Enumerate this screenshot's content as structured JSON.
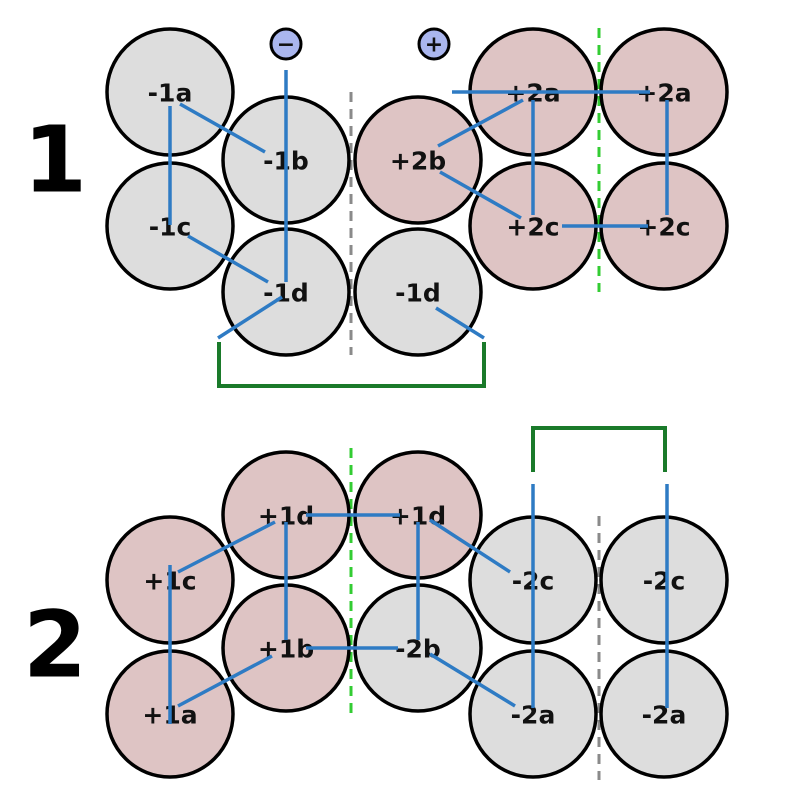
{
  "colors": {
    "neg_fill": "#dddddd",
    "pos_fill": "#dec4c4",
    "wire": "#2e7bc4",
    "bracket": "#1a7a2a",
    "sep_gray": "#8a8a8a",
    "sep_green": "#33cc33",
    "terminal_fill": "#aab6ee"
  },
  "panel1": {
    "number": "1",
    "neg_terminal_symbol": "−",
    "pos_terminal_symbol": "+",
    "cells": [
      {
        "label": "-1a",
        "kind": "neg"
      },
      {
        "label": "-1b",
        "kind": "neg"
      },
      {
        "label": "-1c",
        "kind": "neg"
      },
      {
        "label": "-1d",
        "kind": "neg"
      },
      {
        "label": "-1d",
        "kind": "neg"
      },
      {
        "label": "+2b",
        "kind": "pos"
      },
      {
        "label": "+2a",
        "kind": "pos"
      },
      {
        "label": "+2a",
        "kind": "pos"
      },
      {
        "label": "+2c",
        "kind": "pos"
      },
      {
        "label": "+2c",
        "kind": "pos"
      }
    ]
  },
  "panel2": {
    "number": "2",
    "cells": [
      {
        "label": "+1d",
        "kind": "pos"
      },
      {
        "label": "+1d",
        "kind": "pos"
      },
      {
        "label": "+1c",
        "kind": "pos"
      },
      {
        "label": "-2c",
        "kind": "neg"
      },
      {
        "label": "-2c",
        "kind": "neg"
      },
      {
        "label": "+1b",
        "kind": "pos"
      },
      {
        "label": "-2b",
        "kind": "neg"
      },
      {
        "label": "+1a",
        "kind": "pos"
      },
      {
        "label": "-2a",
        "kind": "neg"
      },
      {
        "label": "-2a",
        "kind": "neg"
      }
    ]
  }
}
